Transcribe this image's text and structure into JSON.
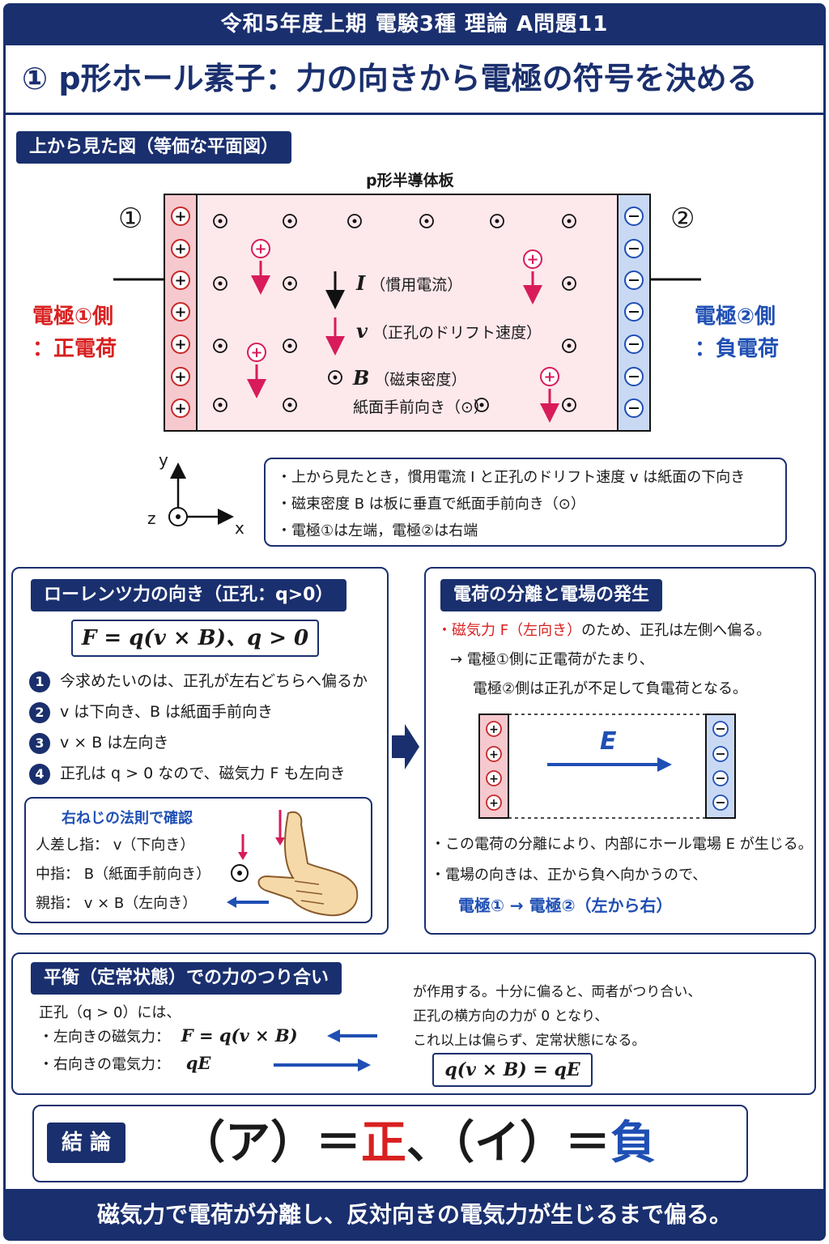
{
  "header": "令和5年度上期 電験3種 理論 A問題11",
  "title": "① p形ホール素子：力の向きから電極の符号を決める",
  "top_view": {
    "tag": "上から見た図（等価な平面図）",
    "plate_label": "p形半導体板",
    "electrode1_num": "①",
    "electrode2_num": "②",
    "electrode1_side_l1": "電極①側",
    "electrode1_side_l2": "：正電荷",
    "electrode2_side_l1": "電極②側",
    "electrode2_side_l2": "：負電荷",
    "I_symbol": "I",
    "I_label": "（慣用電流）",
    "v_symbol": "v",
    "v_label": "（正孔のドリフト速度）",
    "B_symbol": "B",
    "B_label": "（磁束密度）",
    "B_label2": "紙面手前向き（⊙）",
    "axis_y": "y",
    "axis_x": "x",
    "axis_z": "z",
    "notes": [
      "・上から見たとき，慣用電流 I と正孔のドリフト速度 v は紙面の下向き",
      "・磁束密度 B は板に垂直で紙面手前向き（⊙）",
      "・電極①は左端，電極②は右端"
    ]
  },
  "lorentz": {
    "tag": "ローレンツ力の向き（正孔：q>0）",
    "formula": "F = q(v × B)、q > 0",
    "steps": [
      {
        "n": "1",
        "text": "今求めたいのは、正孔が左右どちらへ偏るか"
      },
      {
        "n": "2",
        "text": "v は下向き、B は紙面手前向き"
      },
      {
        "n": "3",
        "text": "v × B は左向き"
      },
      {
        "n": "4",
        "text": "正孔は q > 0 なので、磁気力 F も左向き"
      }
    ],
    "rule_title": "右ねじの法則で確認",
    "rule_lines": [
      "人差し指： v（下向き）",
      "中指： B（紙面手前向き）",
      "親指： v × B（左向き）"
    ]
  },
  "separation": {
    "tag": "電荷の分離と電場の発生",
    "line1": "・磁気力 F（左向き）",
    "line1b": "のため、正孔は左側へ偏る。",
    "line2": "→ 電極①側に正電荷がたまり、",
    "line3": "電極②側は正孔が不足して負電荷となる。",
    "field_symbol": "E",
    "line4": "・この電荷の分離により、内部にホール電場 E が生じる。",
    "line5": "・電場の向きは、正から負へ向かうので、",
    "line6": "電極① → 電極②（左から右）"
  },
  "balance": {
    "tag": "平衡（定常状態）での力のつり合い",
    "intro": "正孔（q > 0）には、",
    "force1_label": "・左向きの磁気力：",
    "force1_formula": "F = q(v × B)",
    "force2_label": "・右向きの電気力：",
    "force2_formula": "qE",
    "right_lines": [
      "が作用する。十分に偏ると、両者がつり合い、",
      "正孔の横方向の力が 0 となり、",
      "これ以上は偏らず、定常状態になる。"
    ],
    "eq_formula": "q(v × B) = qE"
  },
  "conclusion": {
    "tag": "結 論",
    "part1": "（ア）＝",
    "answer1": "正",
    "sep": "、",
    "part2": "（イ）＝",
    "answer2": "負"
  },
  "footer": "磁気力で電荷が分離し、反対向きの電気力が生じるまで偏る。",
  "colors": {
    "navy": "#1a2f6e",
    "red": "#d92020",
    "blue": "#1f4fb4",
    "plate": "#fde8ec",
    "pos_electrode": "#f6c9cf",
    "neg_electrode": "#c9d9f3"
  }
}
